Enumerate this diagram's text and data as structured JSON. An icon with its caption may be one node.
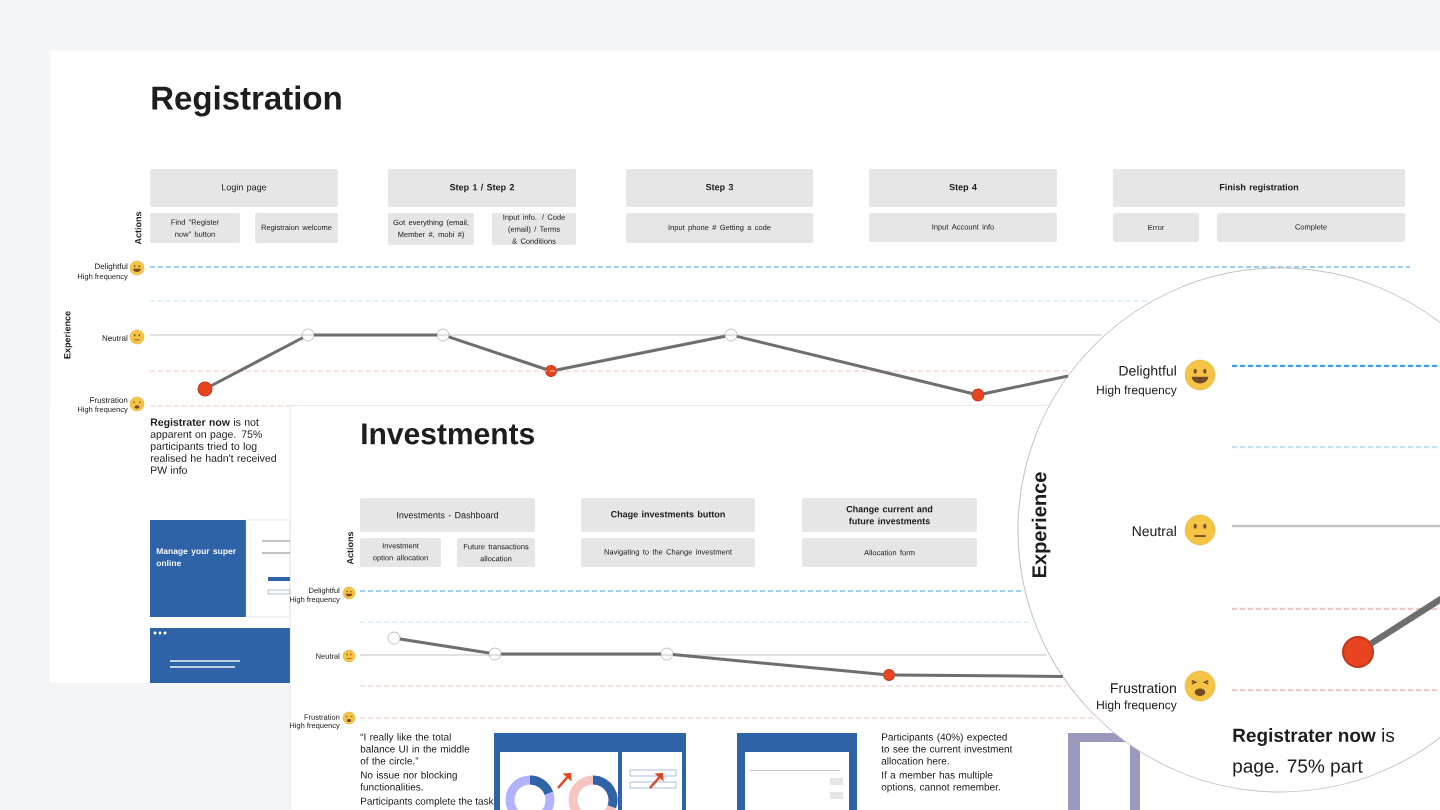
{
  "diagram": {
    "nodes": [
      {
        "text": [
          "Registration"
        ]
      },
      {
        "text": [
          "Login page"
        ],
        "in": 0
      },
      {
        "text": [
          "Find “Register now” button"
        ],
        "in": 0
      },
      {
        "text": [
          "Registraion welcome"
        ],
        "in": 0
      },
      {
        "text": [
          "Step 1 / Step 2"
        ],
        "in": 0
      },
      {
        "text": [
          "Got everything (email, Member #, mobi #)"
        ],
        "in": 0
      },
      {
        "text": [
          "Input info. / Code (email) / Terms & Conditions"
        ],
        "in": 0
      },
      {
        "text": [
          "Step 3"
        ],
        "in": 0
      },
      {
        "text": [
          "Input phone # Getting a code"
        ],
        "in": 0
      },
      {
        "text": [
          "Step 4"
        ],
        "in": 0
      },
      {
        "text": [
          "Input Account info"
        ],
        "in": 0
      },
      {
        "text": [
          "Finish registration"
        ],
        "in": 0
      },
      {
        "text": [
          "Error"
        ],
        "in": 0
      },
      {
        "text": [
          "Complete"
        ],
        "in": 0
      },
      {
        "text": [],
        "shape": "circle",
        "in": 0
      },
      {
        "text": [],
        "shape": "circle",
        "in": 0
      },
      {
        "text": [],
        "shape": "circle",
        "in": 0
      },
      {
        "text": [],
        "shape": "circle",
        "in": 0
      },
      {
        "text": [],
        "shape": "circle",
        "in": 0
      },
      {
        "text": [],
        "shape": "circle",
        "in": 0
      },
      {
        "text": [
          "Investments"
        ]
      },
      {
        "text": [
          "Investments - Dashboard"
        ],
        "in": 20
      },
      {
        "text": [
          "Investment option allocation"
        ],
        "in": 20
      },
      {
        "text": [
          "Future transactions allocation"
        ],
        "in": 20
      },
      {
        "text": [
          "Chage investments button"
        ],
        "in": 20
      },
      {
        "text": [
          "Navigating to the Change investment"
        ],
        "in": 20
      },
      {
        "text": [
          "Change current and future investments"
        ],
        "in": 20
      },
      {
        "text": [
          "Allocation form"
        ],
        "in": 20
      },
      {
        "text": [],
        "shape": "circle",
        "in": 20
      },
      {
        "text": [],
        "shape": "circle",
        "in": 20
      },
      {
        "text": [],
        "shape": "circle",
        "in": 20
      },
      {
        "text": [],
        "shape": "circle",
        "in": 20
      },
      {
        "text": [],
        "shape": "circle"
      },
      {
        "text": [],
        "shape": "circle"
      }
    ],
    "edges": [
      {
        "from": 14,
        "to": 15,
        "arrow": "none"
      },
      {
        "from": 15,
        "to": 16,
        "arrow": "none"
      },
      {
        "from": 16,
        "to": 17,
        "arrow": "none"
      },
      {
        "from": 17,
        "to": 18,
        "arrow": "none"
      },
      {
        "from": 18,
        "to": 19,
        "arrow": "none"
      },
      {
        "from": 19,
        "to": 32,
        "arrow": "none"
      },
      {
        "from": 28,
        "to": 29,
        "arrow": "none"
      },
      {
        "from": 29,
        "to": 30,
        "arrow": "none"
      },
      {
        "from": 30,
        "to": 31,
        "arrow": "none"
      },
      {
        "from": 31,
        "to": 32,
        "arrow": "none"
      },
      {
        "from": 33,
        "to": 32,
        "arrow": "none",
        "style": "thick"
      }
    ],
    "labels": [
      "Actions",
      "Experience",
      "Delightful",
      "High frequency",
      "Neutral",
      "Frustration",
      "High frequency",
      "**Registrater now** is not apparent on page. 75% participants tried to log realised he hadn't received PW info",
      "Manage your super online",
      "Actions",
      "Delightful",
      "High frequency",
      "Neutral",
      "Frustration",
      "High frequency",
      "“I really like the total balance UI in the middle of the circle.”",
      "No issue nor blocking functionalities.",
      "Participants complete the task",
      "Participants (40%) expected to see the current investment allocation here.",
      "If a member has multiple options, cannot remember.",
      "Experience",
      "Delightful",
      "High frequency",
      "Neutral",
      "Frustration",
      "High frequency",
      "**Registrater now** is",
      "page. 75% part"
    ]
  }
}
